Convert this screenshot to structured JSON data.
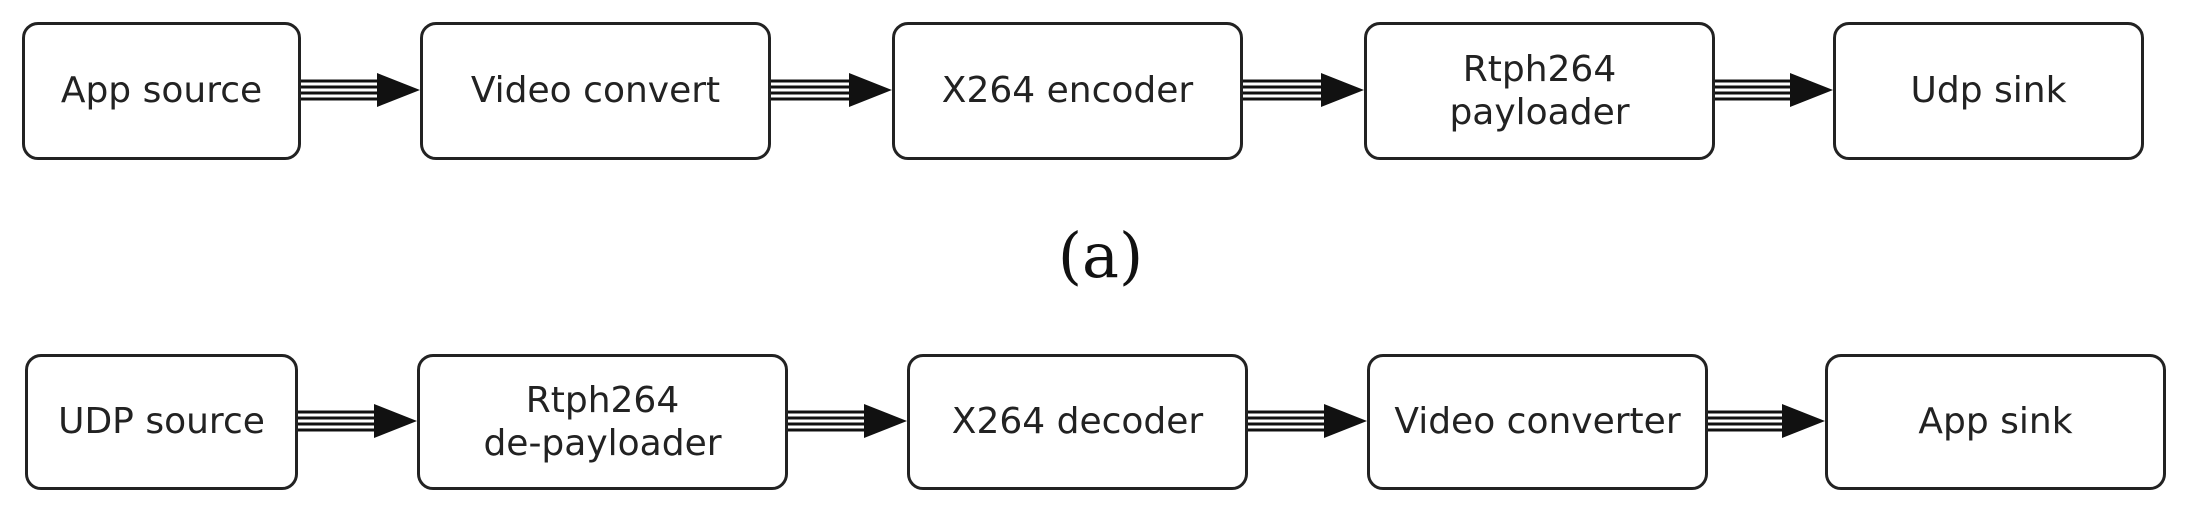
{
  "diagram": {
    "caption_a": "(a)",
    "row_a": [
      "App source",
      "Video convert",
      "X264 encoder",
      "Rtph264\npayloader",
      "Udp sink"
    ],
    "row_b": [
      "UDP source",
      "Rtph264\nde-payloader",
      "X264 decoder",
      "Video converter",
      "App sink"
    ],
    "colors": {
      "stroke": "#222222",
      "background": "#ffffff"
    }
  }
}
